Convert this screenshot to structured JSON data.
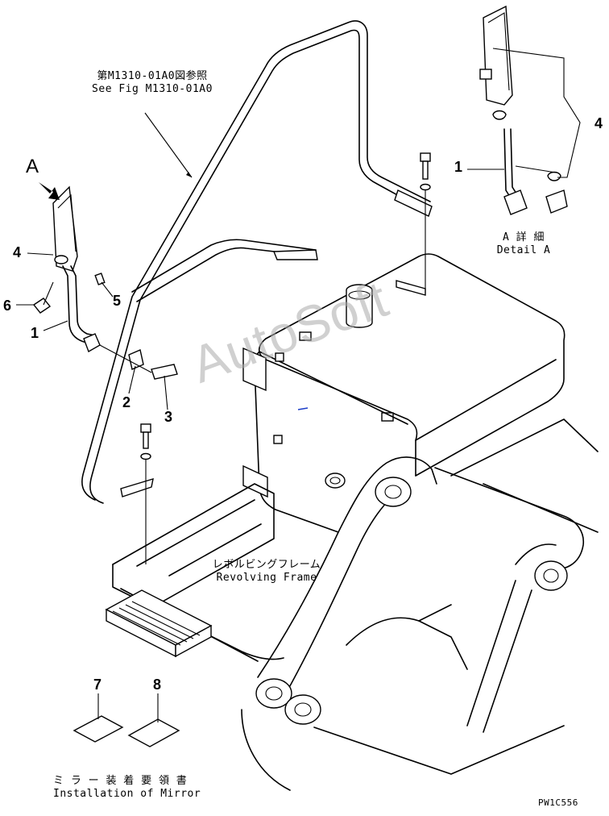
{
  "callouts": {
    "see_fig_jp": "第M1310-01A0図参照",
    "see_fig_en": "See Fig M1310-01A0",
    "revolving_frame_jp": "レボルビングフレーム",
    "revolving_frame_en": "Revolving Frame",
    "detail_jp": "A 詳 細",
    "detail_en": "Detail A",
    "arrow_letter": "A",
    "mirror_install_jp": "ミ ラ ー 装 着 要 領 書",
    "mirror_install_en": "Installation of Mirror",
    "drawing_code": "PW1C556"
  },
  "part_numbers": {
    "mirror_left": "4",
    "bolt": "6",
    "stay_left": "1",
    "pin": "5",
    "plate": "2",
    "bolt_small": "3",
    "stay_detail": "1",
    "mirror_detail": "4",
    "doc_7": "7",
    "doc_8": "8"
  },
  "watermark": "AutoSoft"
}
